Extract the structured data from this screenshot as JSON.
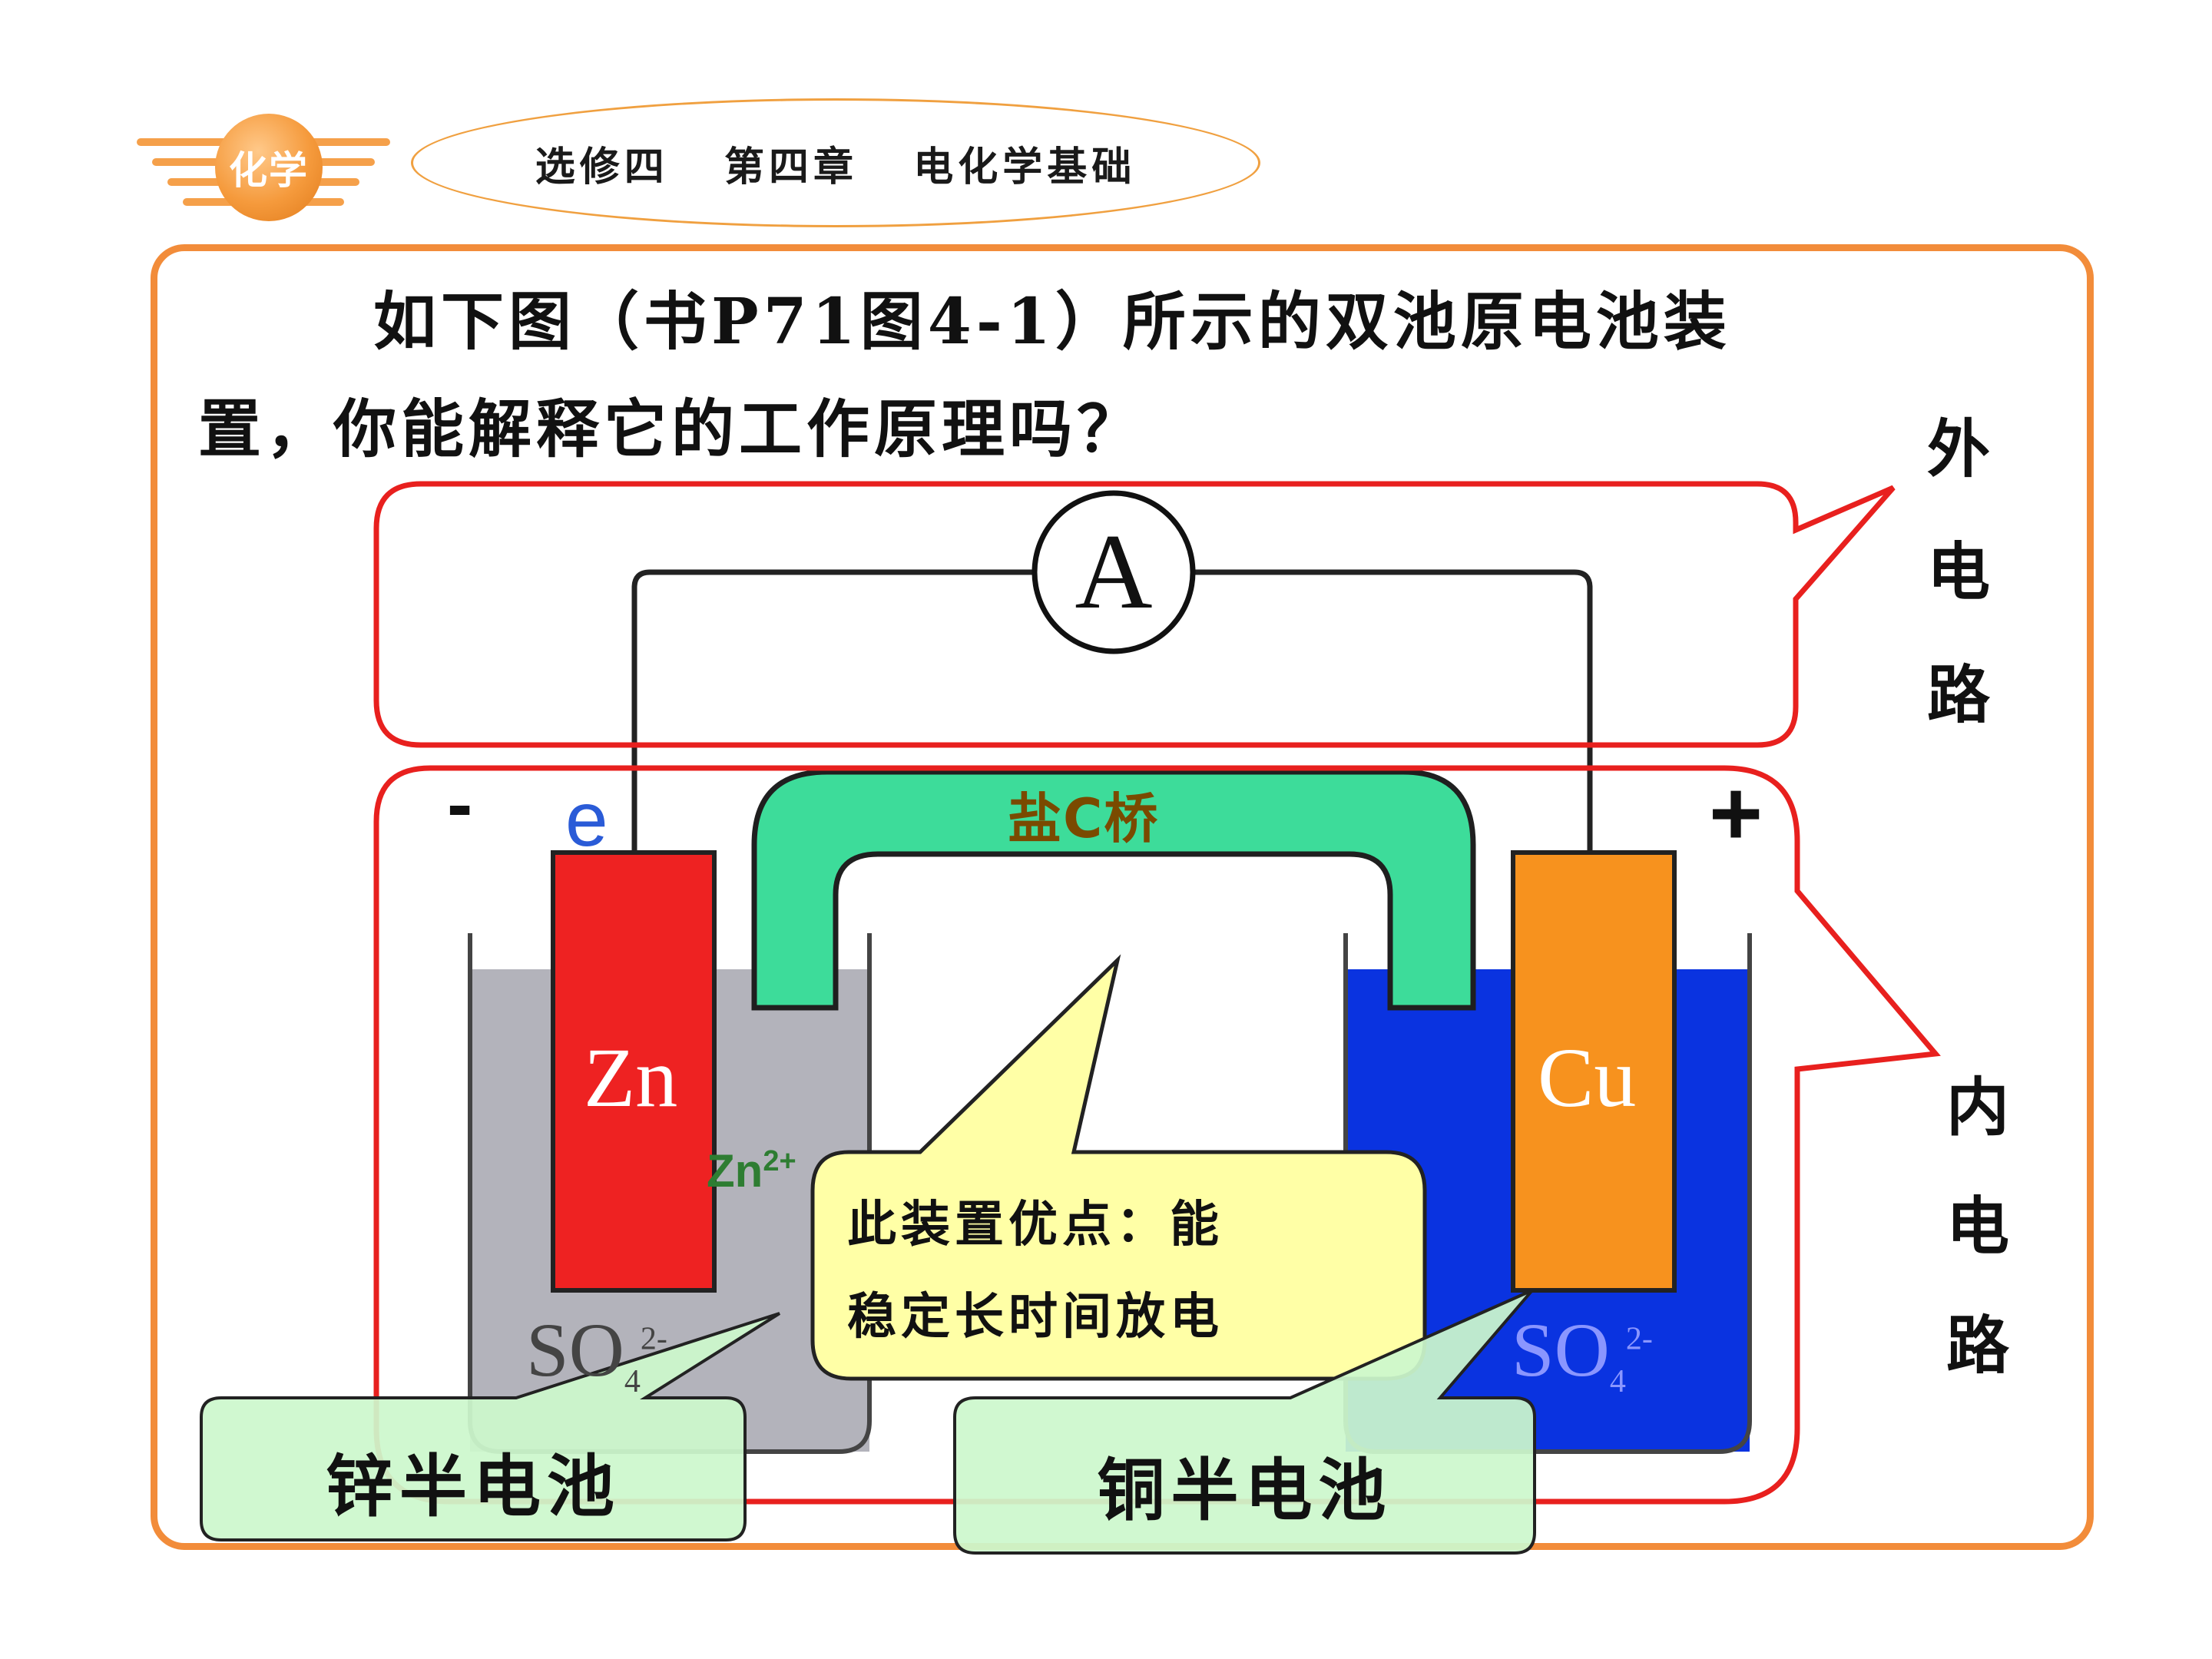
{
  "header": {
    "logo_text": "化学",
    "title": "选修四   第四章   电化学基础"
  },
  "question": {
    "line1": "如下图（书P71图4-1）所示的双池原电池装",
    "line2": "置，你能解释它的工作原理吗？"
  },
  "callouts": {
    "external_circuit": [
      "外",
      "电",
      "路"
    ],
    "internal_circuit": [
      "内",
      "电",
      "路"
    ]
  },
  "diagram": {
    "ammeter": "A",
    "negative_sign": "-",
    "electron_label": "e",
    "positive_sign": "+",
    "salt_bridge": "盐C桥",
    "left_electrode": "Zn",
    "right_electrode": "Cu",
    "zinc_ion": "Zn",
    "zinc_ion_charge": "2+",
    "left_sulfate": "SO",
    "right_sulfate": "SO",
    "sulfate_subscript": "4",
    "sulfate_charge": "2-"
  },
  "bubbles": {
    "advantage_line1": "此装置优点：能",
    "advantage_line2": "稳定长时间放电",
    "zinc_half_cell": "锌半电池",
    "copper_half_cell": "铜半电池"
  },
  "colors": {
    "frame_orange": "#f28c3a",
    "callout_red": "#e8201e",
    "zinc_red": "#ee2222",
    "copper_orange": "#f7921e",
    "salt_bridge_green": "#3ddc9a",
    "copper_solution_blue": "#0a33e0",
    "zinc_solution_gray": "#b3b3bb",
    "bubble_yellow": "#ffffa6",
    "bubble_green": "#ccf7cc"
  }
}
